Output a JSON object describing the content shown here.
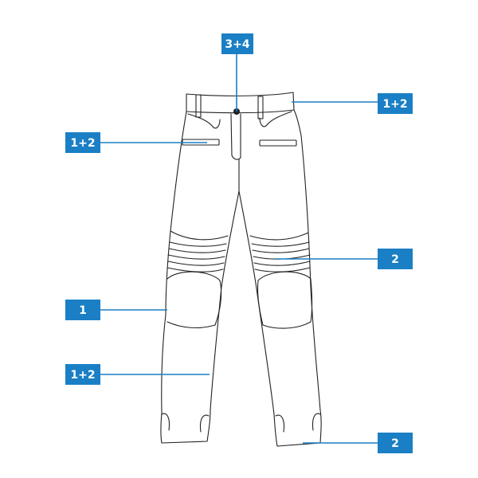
{
  "colors": {
    "accent": "#1a7fc4",
    "line_art": "#222222",
    "background": "#ffffff"
  },
  "diagram": {
    "subject": "pants-line-drawing",
    "callouts": [
      {
        "id": "waist-button",
        "label": "3+4"
      },
      {
        "id": "waistband",
        "label": "1+2"
      },
      {
        "id": "front-pocket",
        "label": "1+2"
      },
      {
        "id": "knee-ribbing",
        "label": "2"
      },
      {
        "id": "side-seam-upper",
        "label": "1"
      },
      {
        "id": "side-seam-lower",
        "label": "1+2"
      },
      {
        "id": "hem",
        "label": "2"
      }
    ]
  }
}
